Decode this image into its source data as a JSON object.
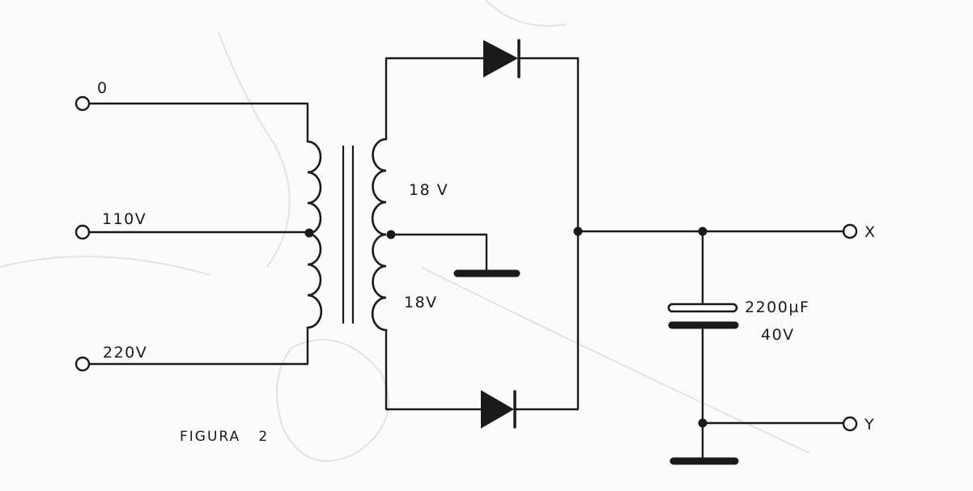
{
  "primary": {
    "tap_0": "0",
    "tap_110": "110V",
    "tap_220": "220V"
  },
  "secondary": {
    "upper": "18 V",
    "lower": "18V"
  },
  "capacitor": {
    "capacitance": "2200µF",
    "voltage": "40V"
  },
  "outputs": {
    "x": "X",
    "y": "Y"
  },
  "caption": "FIGURA   2"
}
